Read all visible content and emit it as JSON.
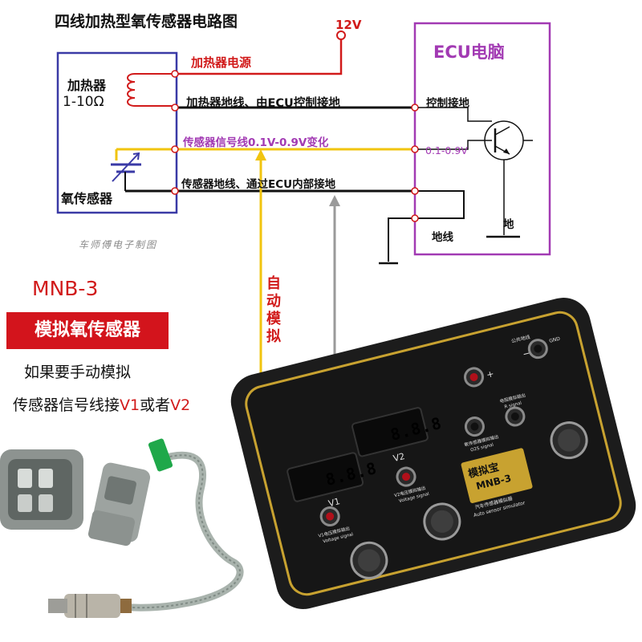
{
  "diagram": {
    "title": "四线加热型氧传感器电路图",
    "supply_label": "12V",
    "ecu_label": "ECU电脑",
    "heater_label": "加热器",
    "heater_resistance": "1-10Ω",
    "o2_sensor_label": "氧传感器",
    "credit": "车师傅电子制图",
    "wires": {
      "heater_power": "加热器电源",
      "heater_ground": "加热器地线、由ECU控制接地",
      "signal": "传感器信号线0.1V-0.9V变化",
      "sensor_ground": "传感器地线、通过ECU内部接地"
    },
    "ecu_pins": {
      "control_ground": "控制接地",
      "signal_range": "0.1-0.9V",
      "ground": "地线",
      "earth": "地"
    },
    "auto_simulation": "自动模拟"
  },
  "product": {
    "model": "MNB-3",
    "banner": "模拟氧传感器",
    "manual_line": "如果要手动模拟",
    "connect_prefix": "传感器信号线接",
    "connect_v1": "V1",
    "connect_mid": "或者",
    "connect_v2": "V2"
  },
  "device": {
    "brand": "模拟宝",
    "model": "MNB-3",
    "subtitle_cn": "汽车传感器模拟器",
    "subtitle_en": "Auto sensor simulator",
    "display_v1_value": "8.8.8",
    "display_v2_value": "8.8.8",
    "display_v1_label": "V1",
    "display_v2_label": "V2",
    "public_ground_label": "公共地线",
    "gnd_label": "GND",
    "plus_label": "+",
    "minus_label": "−",
    "o2s_output_cn": "氧传感器模拟输出",
    "o2s_output_en": "O2S signal",
    "v1_output_cn": "V1电压模拟输出",
    "v1_output_en": "Voltage signal",
    "v2_output_cn": "V2电压模拟输出",
    "v2_output_en": "Voltage signal",
    "r_output_cn": "电阻模拟输出",
    "r_output_en": "R signal"
  },
  "colors": {
    "red": "#d11a1a",
    "blue_box": "#3a3aa6",
    "ecu_box": "#a23ab3",
    "signal_wire": "#f1c40f",
    "ground_arrow": "#9a9a9a",
    "device_body": "#1c1c1c",
    "device_trim": "#c8a230"
  }
}
